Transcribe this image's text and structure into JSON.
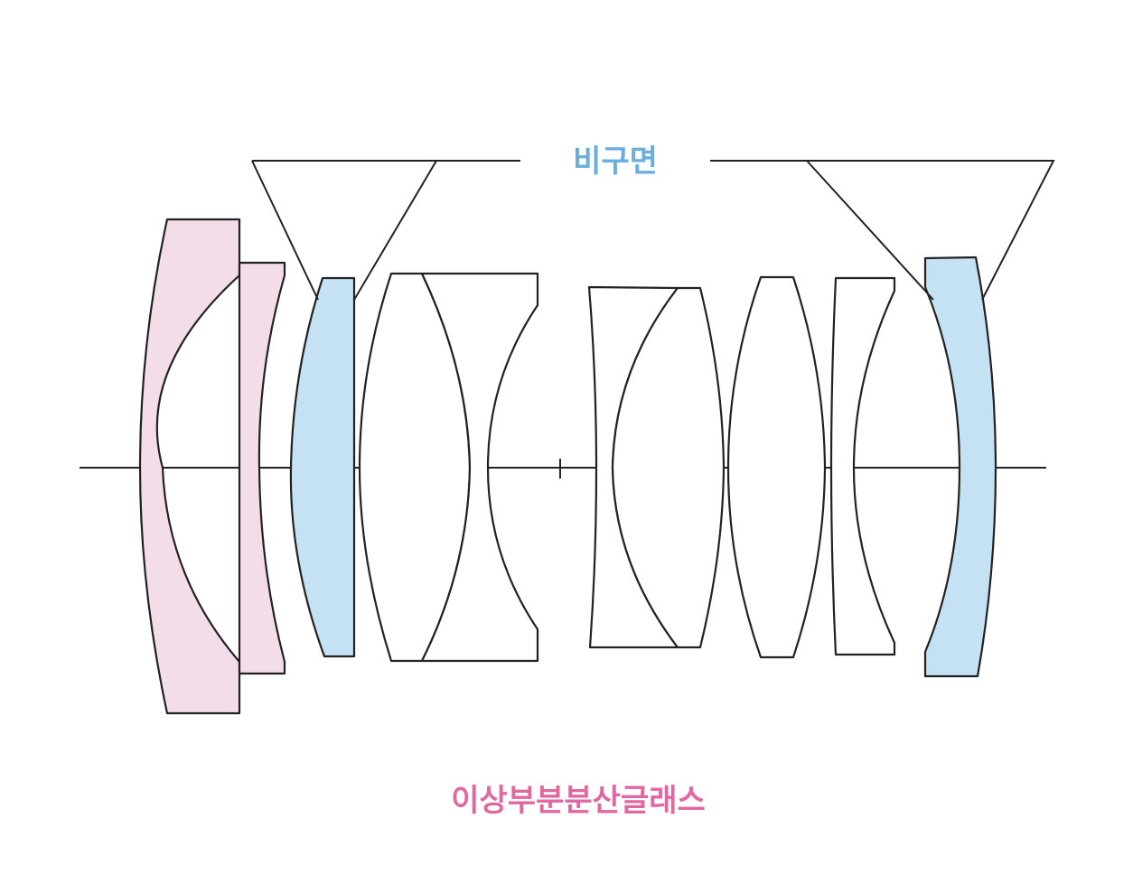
{
  "labels": {
    "aspherical": "비구면",
    "anomalous_dispersion": "이상부분분산글래스"
  },
  "colors": {
    "aspherical_text": "#6aaede",
    "aspherical_fill": "#c5e2f5",
    "anomalous_text": "#e0679f",
    "anomalous_fill": "#f3dde9",
    "plain_fill": "#ffffff",
    "outline": "#222222"
  },
  "elements": [
    {
      "id": "element-1",
      "type": "anomalous-dispersion"
    },
    {
      "id": "element-2",
      "type": "anomalous-dispersion"
    },
    {
      "id": "element-3",
      "type": "aspherical"
    },
    {
      "id": "element-4",
      "type": "plain"
    },
    {
      "id": "element-5",
      "type": "plain"
    },
    {
      "id": "element-6",
      "type": "plain"
    },
    {
      "id": "element-7",
      "type": "plain"
    },
    {
      "id": "element-8",
      "type": "plain"
    },
    {
      "id": "element-9",
      "type": "plain"
    },
    {
      "id": "element-10",
      "type": "aspherical"
    }
  ]
}
